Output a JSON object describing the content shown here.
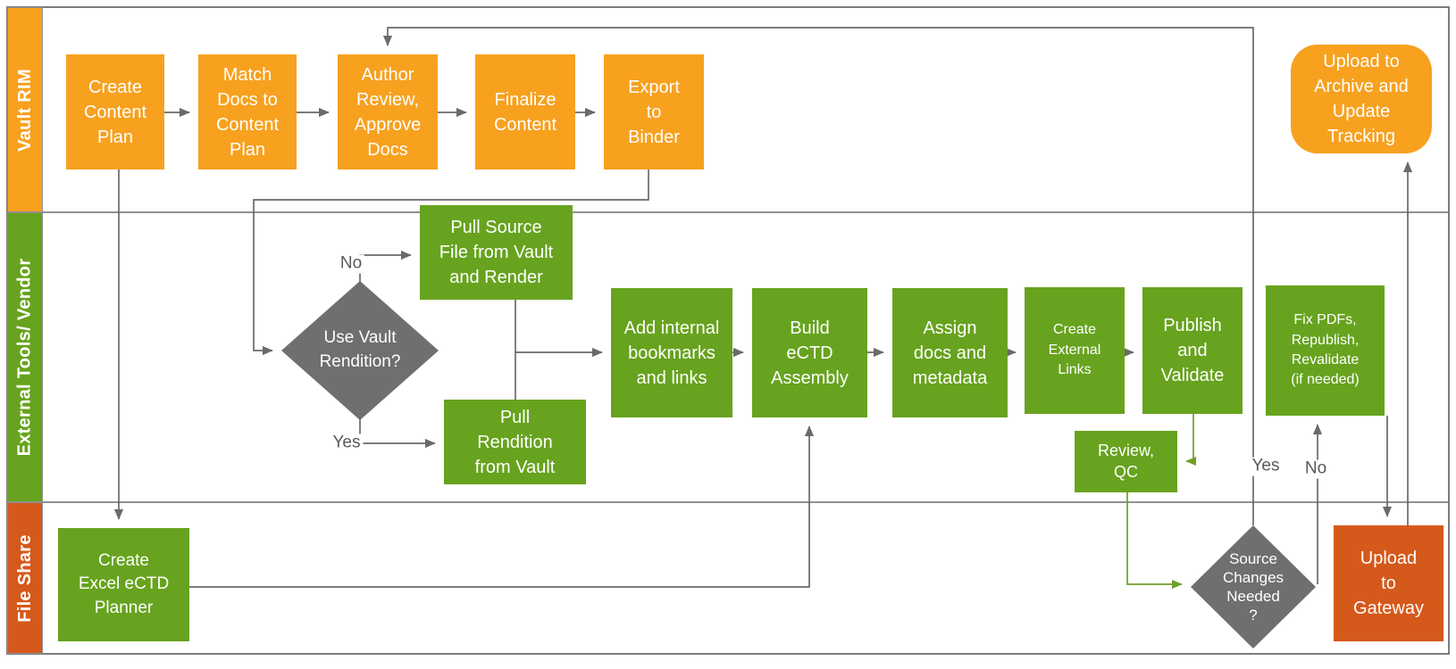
{
  "diagram_type": "swimlane-flowchart",
  "colors": {
    "vault_rim_orange": "#F7A11F",
    "external_tools_green": "#67A31E",
    "file_share_rust": "#D5591B",
    "decision_gray": "#6F6F6F",
    "connector_gray": "#6A6A6A",
    "connector_green": "#6F9F28",
    "edge_label_text": "#595959",
    "node_text": "#FFFFFF"
  },
  "lanes": [
    {
      "id": "vault-rim",
      "label": "Vault RIM",
      "color": "#F7A11F"
    },
    {
      "id": "external-tools-vendor",
      "label": "External Tools/ Vendor",
      "color": "#67A31E"
    },
    {
      "id": "file-share",
      "label": "File Share",
      "color": "#D5591B"
    }
  ],
  "nodes": {
    "create_content_plan": {
      "label": "Create\nContent\nPlan",
      "lane": "Vault RIM",
      "type": "process"
    },
    "match_docs": {
      "label": "Match\nDocs to\nContent\nPlan",
      "lane": "Vault RIM",
      "type": "process"
    },
    "author_review": {
      "label": "Author\nReview,\nApprove\nDocs",
      "lane": "Vault RIM",
      "type": "process"
    },
    "finalize_content": {
      "label": "Finalize\nContent",
      "lane": "Vault RIM",
      "type": "process"
    },
    "export_to_binder": {
      "label": "Export\nto\nBinder",
      "lane": "Vault RIM",
      "type": "process"
    },
    "upload_archive": {
      "label": "Upload to\nArchive and\nUpdate\nTracking",
      "lane": "Vault RIM",
      "type": "terminator"
    },
    "pull_source": {
      "label": "Pull Source\nFile from Vault\nand Render",
      "lane": "External Tools/ Vendor",
      "type": "process"
    },
    "use_vault_rendition": {
      "label": "Use Vault\nRendition?",
      "lane": "External Tools/ Vendor",
      "type": "decision"
    },
    "pull_rendition": {
      "label": "Pull\nRendition\nfrom Vault",
      "lane": "External Tools/ Vendor",
      "type": "process"
    },
    "add_internal": {
      "label": "Add internal\nbookmarks\nand links",
      "lane": "External Tools/ Vendor",
      "type": "process"
    },
    "build_ectd": {
      "label": "Build\neCTD\nAssembly",
      "lane": "External Tools/ Vendor",
      "type": "process"
    },
    "assign_docs": {
      "label": "Assign\ndocs and\nmetadata",
      "lane": "External Tools/ Vendor",
      "type": "process"
    },
    "create_external_links": {
      "label": "Create\nExternal\nLinks",
      "lane": "External Tools/ Vendor",
      "type": "process"
    },
    "publish_validate": {
      "label": "Publish\nand\nValidate",
      "lane": "External Tools/ Vendor",
      "type": "process"
    },
    "fix_pdfs": {
      "label": "Fix PDFs,\nRepublish,\nRevalidate\n(if needed)",
      "lane": "External Tools/ Vendor",
      "type": "process"
    },
    "review_qc": {
      "label": "Review,\nQC",
      "lane": "External Tools/ Vendor",
      "type": "process"
    },
    "create_excel_planner": {
      "label": "Create\nExcel eCTD\nPlanner",
      "lane": "File Share",
      "type": "process"
    },
    "source_changes_needed": {
      "label": "Source\nChanges\nNeeded\n?",
      "lane": "File Share",
      "type": "decision"
    },
    "upload_gateway": {
      "label": "Upload\nto\nGateway",
      "lane": "File Share",
      "type": "process"
    }
  },
  "edge_labels": {
    "uvr_no": "No",
    "uvr_yes": "Yes",
    "scn_yes": "Yes",
    "scn_no": "No"
  },
  "edges": [
    {
      "from": "Create Content Plan",
      "to": "Match Docs to Content Plan"
    },
    {
      "from": "Match Docs to Content Plan",
      "to": "Author Review, Approve Docs"
    },
    {
      "from": "Author Review, Approve Docs",
      "to": "Finalize Content"
    },
    {
      "from": "Finalize Content",
      "to": "Export to Binder"
    },
    {
      "from": "Export to Binder",
      "to": "Use Vault Rendition?"
    },
    {
      "from": "Create Content Plan",
      "to": "Create Excel eCTD Planner"
    },
    {
      "from": "Use Vault Rendition?",
      "to": "Pull Source File from Vault and Render",
      "label": "No"
    },
    {
      "from": "Use Vault Rendition?",
      "to": "Pull Rendition from Vault",
      "label": "Yes"
    },
    {
      "from": "Pull Source File from Vault and Render",
      "to": "Add internal bookmarks and links"
    },
    {
      "from": "Pull Rendition from Vault",
      "to": "Add internal bookmarks and links"
    },
    {
      "from": "Add internal bookmarks and links",
      "to": "Build eCTD Assembly"
    },
    {
      "from": "Build eCTD Assembly",
      "to": "Assign docs and metadata"
    },
    {
      "from": "Assign docs and metadata",
      "to": "Create External Links"
    },
    {
      "from": "Create External Links",
      "to": "Publish and Validate"
    },
    {
      "from": "Publish and Validate",
      "to": "Review, QC"
    },
    {
      "from": "Review, QC",
      "to": "Source Changes Needed ?"
    },
    {
      "from": "Source Changes Needed ?",
      "to": "Author Review, Approve Docs",
      "label": "Yes"
    },
    {
      "from": "Source Changes Needed ?",
      "to": "Fix PDFs, Republish, Revalidate (if needed)",
      "label": "No"
    },
    {
      "from": "Fix PDFs, Republish, Revalidate (if needed)",
      "to": "Upload to Gateway"
    },
    {
      "from": "Create Excel eCTD Planner",
      "to": "Build eCTD Assembly"
    },
    {
      "from": "Upload to Gateway",
      "to": "Upload to Archive and Update Tracking"
    }
  ]
}
